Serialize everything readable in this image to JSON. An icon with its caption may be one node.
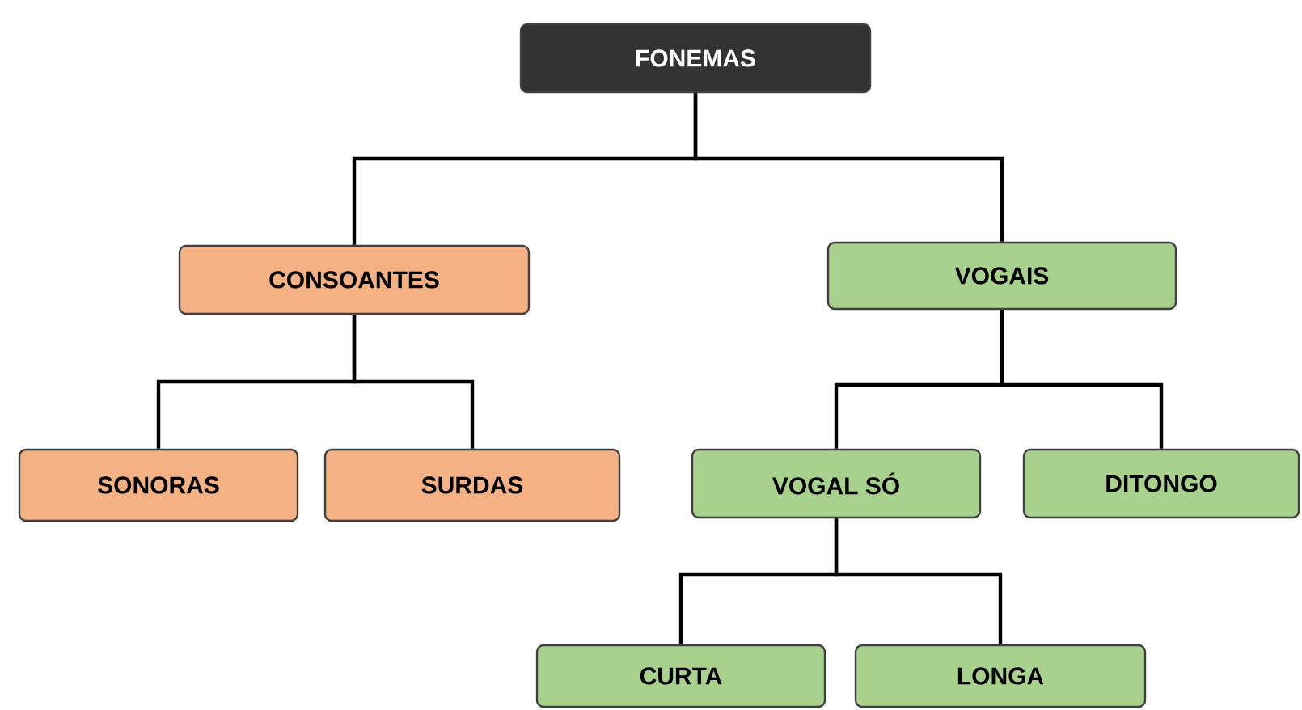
{
  "diagram": {
    "nodes": [
      {
        "text": [
          "FONEMAS"
        ]
      },
      {
        "text": [
          "CONSOANTES"
        ]
      },
      {
        "text": [
          "VOGAIS"
        ]
      },
      {
        "text": [
          "SONORAS"
        ]
      },
      {
        "text": [
          "SURDAS"
        ]
      },
      {
        "text": [
          "VOGAL SÓ"
        ]
      },
      {
        "text": [
          "DITONGO"
        ]
      },
      {
        "text": [
          "CURTA"
        ]
      },
      {
        "text": [
          "LONGA"
        ]
      }
    ],
    "edges": [
      {
        "from": 0,
        "to": 1,
        "arrow": "none"
      },
      {
        "from": 0,
        "to": 2,
        "arrow": "none"
      },
      {
        "from": 1,
        "to": 3,
        "arrow": "none"
      },
      {
        "from": 1,
        "to": 4,
        "arrow": "none"
      },
      {
        "from": 2,
        "to": 5,
        "arrow": "none"
      },
      {
        "from": 2,
        "to": 6,
        "arrow": "none"
      },
      {
        "from": 5,
        "to": 7,
        "arrow": "none"
      },
      {
        "from": 5,
        "to": 8,
        "arrow": "none"
      }
    ]
  }
}
